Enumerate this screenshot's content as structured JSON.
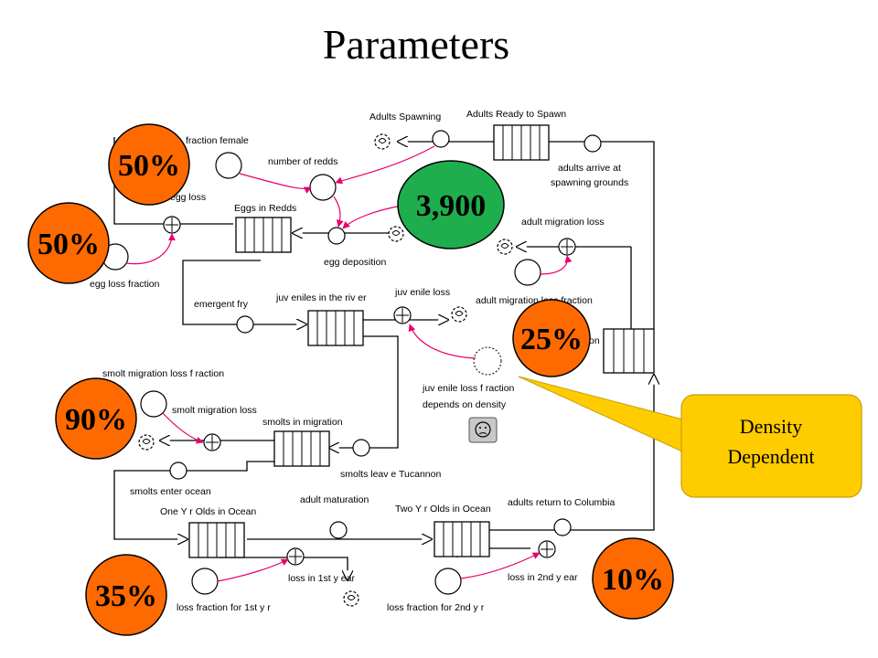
{
  "title": "Parameters",
  "labels": {
    "adults_spawning": "Adults Spawning",
    "adults_ready": "Adults Ready to Spawn",
    "fraction_female": "fraction female",
    "number_of_redds": "number of redds",
    "adults_arrive_1": "adults arrive at",
    "adults_arrive_2": "spawning grounds",
    "egg_loss": "egg loss",
    "eggs_in_redds": "Eggs in Redds",
    "adult_migration_loss": "adult migration loss",
    "egg_deposition": "egg deposition",
    "egg_loss_fraction": "egg loss fraction",
    "emergent_fry": "emergent fry",
    "juveniles_in_river": "juv eniles in the riv er",
    "juvenile_loss": "juv enile loss",
    "adult_migration_loss_fraction": "adult migration loss fraction",
    "on_fragment": "on",
    "smolt_migration_loss_fraction": "smolt migration loss f raction",
    "juvenile_loss_fraction_1": "juv enile loss f raction",
    "juvenile_loss_fraction_2": "depends on density",
    "smolt_migration_loss": "smolt migration loss",
    "smolts_in_migration": "smolts in migration",
    "smolts_leave": "smolts leav e Tucannon",
    "smolts_enter_ocean": "smolts enter ocean",
    "adult_maturation": "adult maturation",
    "two_yr_olds": "Two Y r Olds in Ocean",
    "adults_return": "adults return to Columbia",
    "one_yr_olds": "One Y r Olds in Ocean",
    "loss_1st_yr": "loss in 1st y ear",
    "loss_2nd_yr": "loss in 2nd y ear",
    "loss_fraction_1st": "loss fraction for 1st y r",
    "loss_fraction_2nd": "loss fraction for 2nd y r"
  },
  "badges": {
    "fraction_female": "50%",
    "egg_loss_fraction": "50%",
    "egg_deposition": "3,900",
    "adult_migration": "25%",
    "smolt_migration": "90%",
    "loss_1st_yr": "35%",
    "loss_2nd_yr": "10%"
  },
  "callout": {
    "line1": "Density",
    "line2": "Dependent"
  },
  "colors": {
    "badge_orange": "#ff6a00",
    "badge_green": "#1fae4d",
    "callout_yellow": "#ffcc00",
    "link_pink": "#e8006b"
  }
}
